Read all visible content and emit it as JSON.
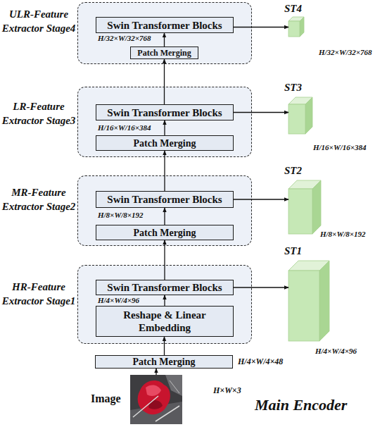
{
  "diagram": {
    "nodes": [
      {
        "text": [
          "ULR-Feature Extractor Stage4",
          "H/32×W/32×768"
        ]
      },
      {
        "text": [
          "Swin Transformer Blocks"
        ],
        "in": 0
      },
      {
        "text": [
          "Patch Merging"
        ],
        "in": 0
      },
      {
        "text": [
          "ST4",
          "H/32×W/32×768"
        ]
      },
      {
        "text": [
          "LR-Feature Extractor Stage3",
          "H/16×W/16×384"
        ]
      },
      {
        "text": [
          "Swin Transformer Blocks"
        ],
        "in": 4
      },
      {
        "text": [
          "Patch Merging"
        ],
        "in": 4
      },
      {
        "text": [
          "ST3",
          "H/16×W/16×384"
        ]
      },
      {
        "text": [
          "MR-Feature Extractor Stage2",
          "H/8×W/8×192"
        ]
      },
      {
        "text": [
          "Swin Transformer Blocks"
        ],
        "in": 8
      },
      {
        "text": [
          "Patch Merging"
        ],
        "in": 8
      },
      {
        "text": [
          "ST2",
          "H/8×W/8×192"
        ]
      },
      {
        "text": [
          "HR-Feature Extractor Stage1",
          "H/4×W/4×96"
        ]
      },
      {
        "text": [
          "Swin Transformer Blocks"
        ],
        "in": 12
      },
      {
        "text": [
          "Reshape & Linear Embedding"
        ],
        "in": 12
      },
      {
        "text": [
          "ST1",
          "H/4×W/4×96"
        ]
      },
      {
        "text": [
          "Patch Merging"
        ]
      },
      {
        "text": [
          "Image",
          "H×W×3"
        ]
      }
    ],
    "edges": [
      {
        "from": 17,
        "to": 16,
        "arrow": "to"
      },
      {
        "from": 16,
        "to": 14,
        "arrow": "to"
      },
      {
        "from": 14,
        "to": 13,
        "arrow": "to"
      },
      {
        "from": 13,
        "to": 10,
        "arrow": "to"
      },
      {
        "from": 10,
        "to": 9,
        "arrow": "to"
      },
      {
        "from": 9,
        "to": 6,
        "arrow": "to"
      },
      {
        "from": 6,
        "to": 5,
        "arrow": "to"
      },
      {
        "from": 5,
        "to": 2,
        "arrow": "to"
      },
      {
        "from": 2,
        "to": 1,
        "arrow": "to"
      },
      {
        "from": 13,
        "to": 15,
        "arrow": "to"
      },
      {
        "from": 9,
        "to": 11,
        "arrow": "to"
      },
      {
        "from": 5,
        "to": 7,
        "arrow": "to"
      },
      {
        "from": 1,
        "to": 3,
        "arrow": "to"
      }
    ],
    "labels": [
      "H/4×W/4×48",
      "Main Encoder"
    ]
  }
}
